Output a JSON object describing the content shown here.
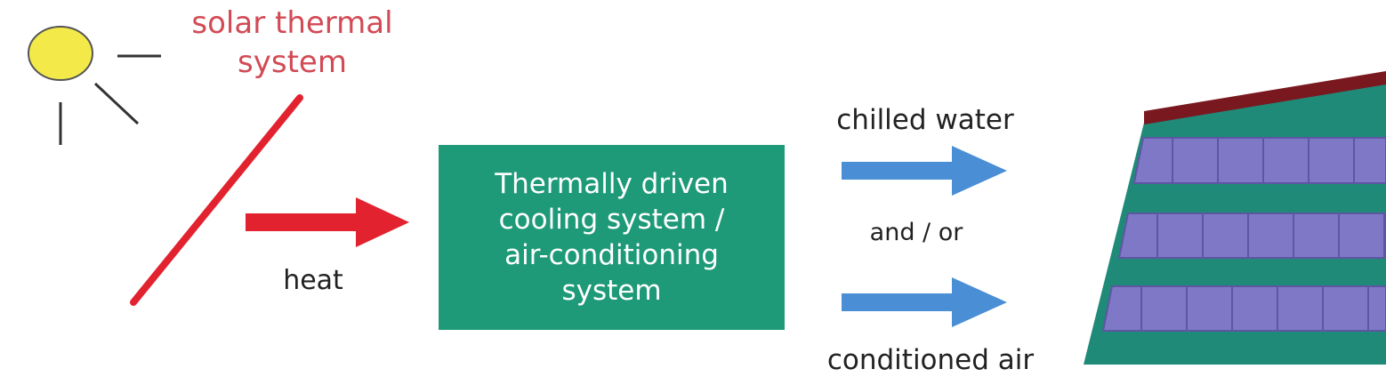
{
  "solar_label": [
    "solar thermal",
    "system"
  ],
  "heat_label": "heat",
  "cooling_box": {
    "lines": [
      "Thermally driven",
      "cooling system /",
      "air-conditioning",
      "system"
    ]
  },
  "outputs": {
    "chilled_water": "chilled water",
    "and_or": "and / or",
    "conditioned_air": "conditioned air"
  },
  "colors": {
    "sun_fill": "#f3ea4a",
    "sun_stroke": "#555555",
    "solar_label": "#d24a55",
    "collector": "#e2222e",
    "heat_arrow": "#e2222e",
    "box": "#1e9a78",
    "output_arrow": "#4a8fd6",
    "building_wall": "#1e8a77",
    "building_roof": "#7a1820",
    "window": "#7e78c6",
    "window_frame": "#5d57a3"
  }
}
